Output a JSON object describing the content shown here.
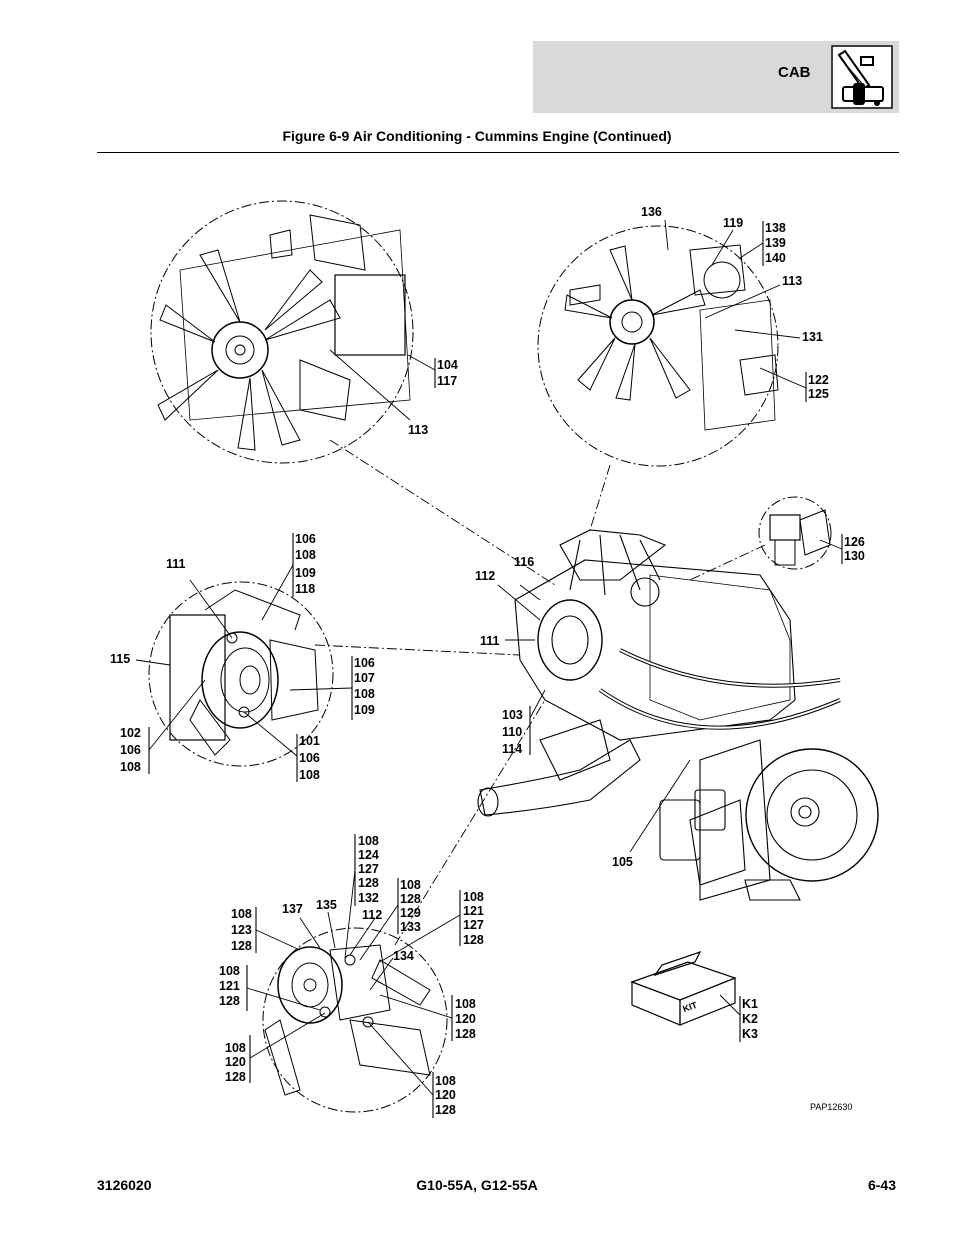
{
  "header": {
    "section_label": "CAB",
    "icon": "cab-lift-icon"
  },
  "figure_title": "Figure 6-9 Air Conditioning - Cummins Engine (Continued)",
  "image_code": "PAP12630",
  "kit_label": "KIT",
  "callouts": {
    "fan_left": {
      "stack": [
        "104",
        "117"
      ],
      "single": "113"
    },
    "fan_right": {
      "top": "136",
      "mid": "119",
      "stack_top": [
        "138",
        "139",
        "140"
      ],
      "c1": "113",
      "c2": "131",
      "stack_bottom": [
        "122",
        "125"
      ]
    },
    "small_detail": {
      "stack": [
        "126",
        "130"
      ]
    },
    "compressor_left": {
      "label_111": "111",
      "stack_top": [
        "106",
        "108",
        "109",
        "118"
      ],
      "label_115": "115",
      "stack_mid": [
        "106",
        "107",
        "108",
        "109"
      ],
      "stack_left": [
        "102",
        "106",
        "108"
      ],
      "stack_bottom": [
        "101",
        "106",
        "108"
      ]
    },
    "engine": {
      "c116": "116",
      "c112": "112",
      "c111": "111",
      "stack": [
        "103",
        "110",
        "114"
      ],
      "c105": "105"
    },
    "compressor_bottom": {
      "stack_a": [
        "108",
        "124",
        "127",
        "128",
        "132"
      ],
      "stack_b": [
        "108",
        "128",
        "129",
        "133"
      ],
      "stack_c": [
        "108",
        "121",
        "127",
        "128"
      ],
      "stack_d": [
        "108",
        "123",
        "128"
      ],
      "c137": "137",
      "c135": "135",
      "c112": "112",
      "c134": "134",
      "stack_e": [
        "108",
        "121",
        "128"
      ],
      "stack_f": [
        "108",
        "120",
        "128"
      ],
      "stack_g": [
        "108",
        "120",
        "128"
      ],
      "stack_h": [
        "108",
        "120",
        "128"
      ]
    },
    "kit": {
      "stack": [
        "K1",
        "K2",
        "K3"
      ]
    }
  },
  "footer": {
    "left": "3126020",
    "center": "G10-55A, G12-55A",
    "right": "6-43"
  }
}
